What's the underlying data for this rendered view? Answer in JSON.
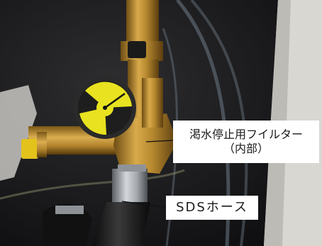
{
  "annotations": {
    "filter_label_line1": "渇水停止用フイルター",
    "filter_label_line2": "（内部）",
    "sds_label": "SDSホース"
  },
  "colors": {
    "brass": "#b98a2e",
    "gauge_face": "#e8e220",
    "hose_black": "#1c1c1c",
    "hose_silver": "#b8bcc0",
    "background_dark": "#141414",
    "label_bg": "#ffffff"
  }
}
